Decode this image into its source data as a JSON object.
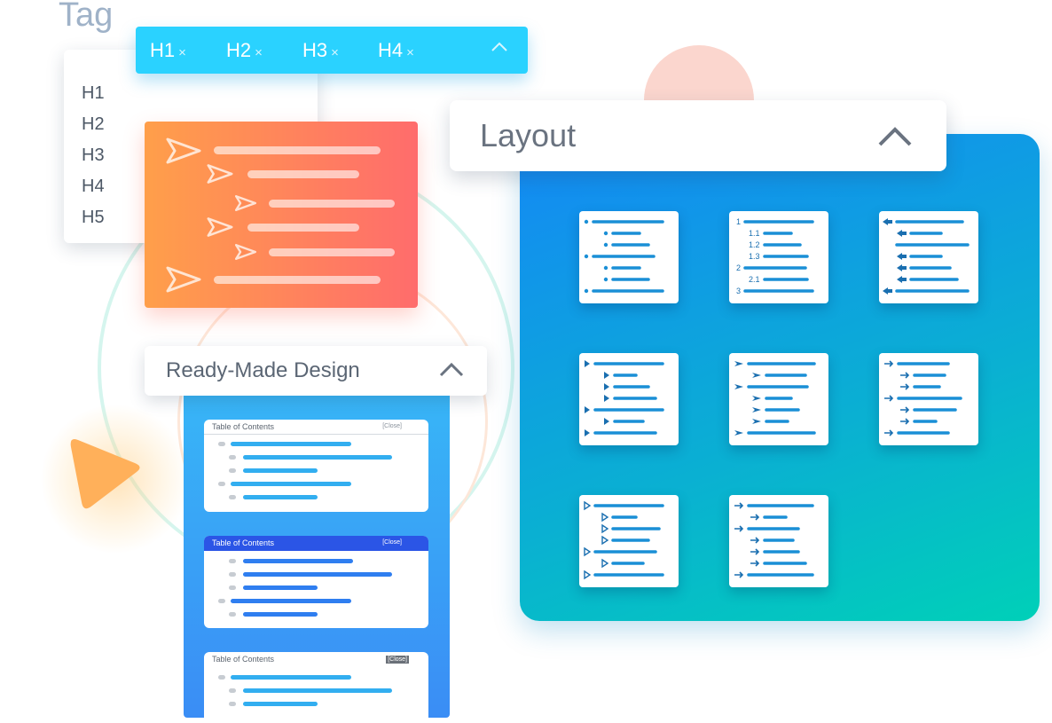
{
  "tag": {
    "title": "Tag",
    "chips": [
      "H1",
      "H2",
      "H3",
      "H4"
    ],
    "chip_remove_icon": "×",
    "dropdown_items": [
      "H1",
      "H2",
      "H3",
      "H4",
      "H5"
    ]
  },
  "ready_made": {
    "label": "Ready-Made Design",
    "toc_cards": [
      {
        "title": "Table of Contents",
        "close": "[Close]"
      },
      {
        "title": "Table of Contents",
        "close": "[Close]"
      },
      {
        "title": "Table of Contents",
        "close": "[Close]"
      }
    ]
  },
  "layout": {
    "label": "Layout",
    "cards": [
      {
        "style": "bullet-dots"
      },
      {
        "style": "numbered",
        "numbers": [
          "1",
          "1.1",
          "1.2",
          "1.3",
          "2",
          "2.1",
          "3"
        ]
      },
      {
        "style": "pointing-hand"
      },
      {
        "style": "filled-triangle"
      },
      {
        "style": "paper-plane"
      },
      {
        "style": "right-arrow"
      },
      {
        "style": "outline-triangle"
      },
      {
        "style": "thin-arrow"
      }
    ]
  },
  "colors": {
    "tag_bar": "#2ad2ff",
    "orange_start": "#ff9f4a",
    "orange_end": "#ff6c6c",
    "layout_start": "#1488f5",
    "layout_end": "#00d0b8",
    "toc_accent": "#2b55e6"
  },
  "icons": {
    "collapse": "chevron-up-icon",
    "play": "play-triangle-icon",
    "plane": "paper-plane-icon"
  }
}
